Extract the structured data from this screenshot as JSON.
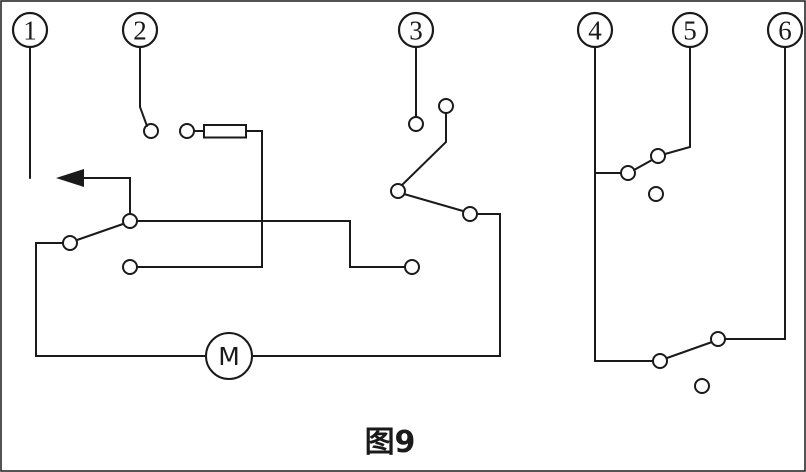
{
  "figure": {
    "caption": "图9",
    "motor": {
      "label": "M"
    },
    "terminals": [
      {
        "id": "terminal-1",
        "label": "1"
      },
      {
        "id": "terminal-2",
        "label": "2"
      },
      {
        "id": "terminal-3",
        "label": "3"
      },
      {
        "id": "terminal-4",
        "label": "4"
      },
      {
        "id": "terminal-5",
        "label": "5"
      },
      {
        "id": "terminal-6",
        "label": "6"
      }
    ],
    "colors": {
      "line": "#1a1a1a",
      "background": "#ffffff",
      "border": "#1a1a1a"
    }
  }
}
